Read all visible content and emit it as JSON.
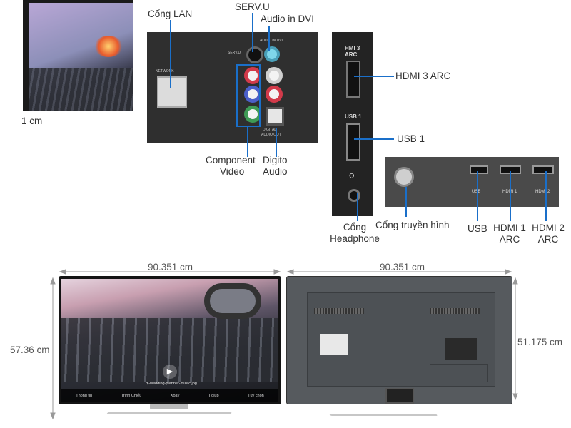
{
  "callouts": {
    "bezel_width": "1 cm",
    "lan_port": "Cổng LAN",
    "service_port": "SERV.U",
    "audio_in_dvi": "Audio in DVI",
    "hdmi3_arc": "HDMI 3 ARC",
    "usb1": "USB 1",
    "component_video_line1": "Component",
    "component_video_line2": "Video",
    "digital_audio_line1": "Digito",
    "digital_audio_line2": "Audio",
    "headphone_line1": "Cổng",
    "headphone_line2": "Headphone",
    "antenna_port": "Cổng truyền hình",
    "usb_side": "USB",
    "hdmi1_line1": "HDMI 1",
    "hdmi1_line2": "ARC",
    "hdmi2_line1": "HDMI 2",
    "hdmi2_line2": "ARC"
  },
  "port_print": {
    "network": "NETWORK",
    "serv_u": "SERV.U",
    "audio_in_dvi": "AUDIO IN DVI",
    "digital_audio_out_1": "DIGITAL",
    "digital_audio_out_2": "AUDIO OUT",
    "hdmi3": "HMI 3 ARC",
    "usb1": "USB 1",
    "usb": "USB",
    "hdmi1": "HDMI 1",
    "hdmi2": "HDMI 2"
  },
  "dimensions": {
    "front_width": "90.351 cm",
    "back_width": "90.351 cm",
    "front_height": "57.36 cm",
    "back_height": "51.175 cm"
  },
  "screen_ui": {
    "filename": "dj-wedding-planner-music.jpg",
    "menu": [
      "Thông tin",
      "Trình Chiếu",
      "Xoay",
      "T.giúp",
      "Tùy chọn"
    ]
  },
  "colors": {
    "callout_line": "#1a6fc9",
    "panel": "#2b2b2b",
    "tv_back": "#555a5e"
  }
}
